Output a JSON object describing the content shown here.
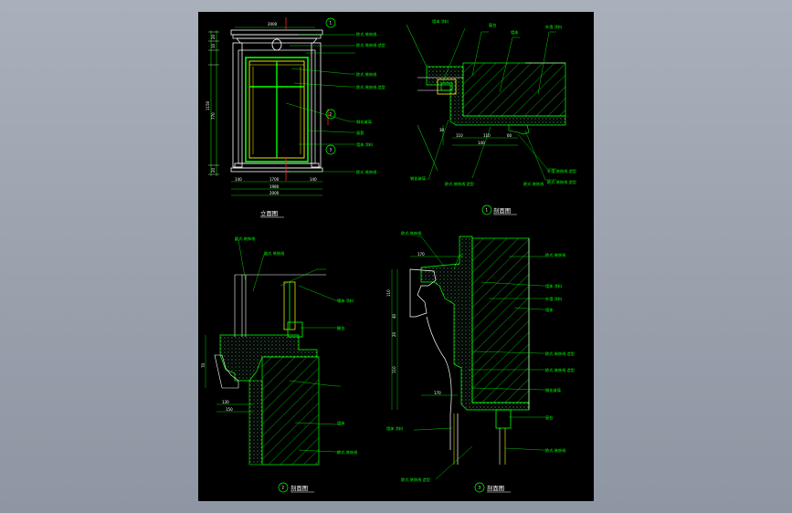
{
  "drawing": {
    "elevation": {
      "title": "立面图",
      "dims_top": [
        "2000"
      ],
      "dims_bottom": [
        "140",
        "1700",
        "140",
        "1980",
        "2000"
      ],
      "dims_left": [
        "1150",
        "770",
        "20",
        "10",
        "20"
      ],
      "callouts": [
        "1",
        "2",
        "3",
        "欧式 装饰线",
        "欧式 装饰线 造型",
        "欧式 装饰线",
        "欧式 装饰线 造型",
        "钢化玻璃",
        "窗套",
        "墙体 涂料",
        "欧式 装饰线"
      ]
    },
    "section1": {
      "title": "剖面图",
      "marker": "1",
      "labels": [
        "墙体 涂料",
        "窗台",
        "墙体",
        "外墙 涂料",
        "外墙 装饰线 造型",
        "欧式 装饰线 造型",
        "欧式 装饰线",
        "欧式 装饰线 造型",
        "钢化玻璃"
      ],
      "dims": [
        "110",
        "110",
        "140",
        "30",
        "60"
      ]
    },
    "section2": {
      "title": "剖面图",
      "marker": "2",
      "labels": [
        "欧式 装饰线",
        "欧式 装饰线",
        "墙体 涂料",
        "窗台",
        "墙体",
        "欧式 装饰线"
      ],
      "dims": [
        "70",
        "130",
        "150"
      ]
    },
    "section3": {
      "title": "剖面图",
      "marker": "3",
      "labels": [
        "欧式 装饰线",
        "欧式 装饰线",
        "墙体 涂料",
        "外墙 涂料",
        "墙体",
        "欧式 装饰线 造型",
        "欧式 装饰线 造型",
        "钢化玻璃",
        "窗台",
        "欧式 装饰线",
        "墙体 涂料",
        "欧式 装饰线 造型"
      ],
      "dims": [
        "170",
        "110",
        "40",
        "20",
        "110",
        "170"
      ]
    }
  }
}
